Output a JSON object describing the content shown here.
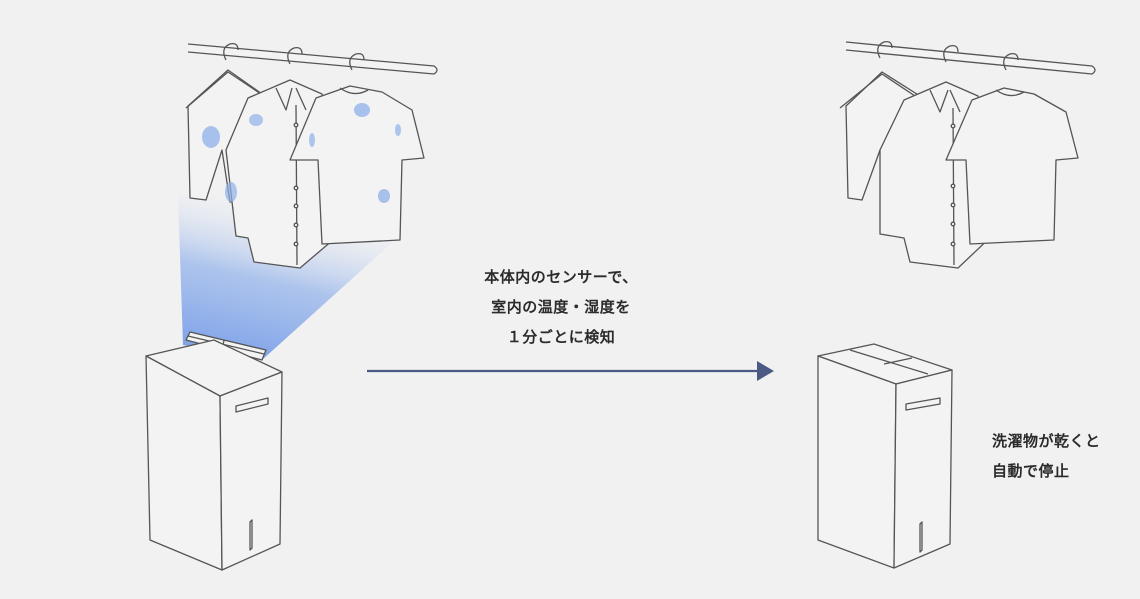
{
  "diagram": {
    "type": "process-illustration",
    "before": {
      "label": "clothes-drying-with-dehumidifier",
      "items": [
        "clothes-rail",
        "pants",
        "long-sleeve-shirt",
        "t-shirt",
        "dehumidifier-louver-open"
      ],
      "wet_spot_color": "#8fb0ea",
      "airflow_color": "#6f97e8"
    },
    "transition": {
      "lines": [
        "本体内のセンサーで、",
        "室内の温度・湿度を",
        "１分ごとに検知"
      ],
      "arrow_color": "#4a5a82"
    },
    "after": {
      "label": "dry-clothes-dehumidifier-stopped",
      "lines": [
        "洗濯物が乾くと",
        "自動で停止"
      ]
    },
    "line_color": "#555555",
    "background": "#f1f1f1"
  }
}
